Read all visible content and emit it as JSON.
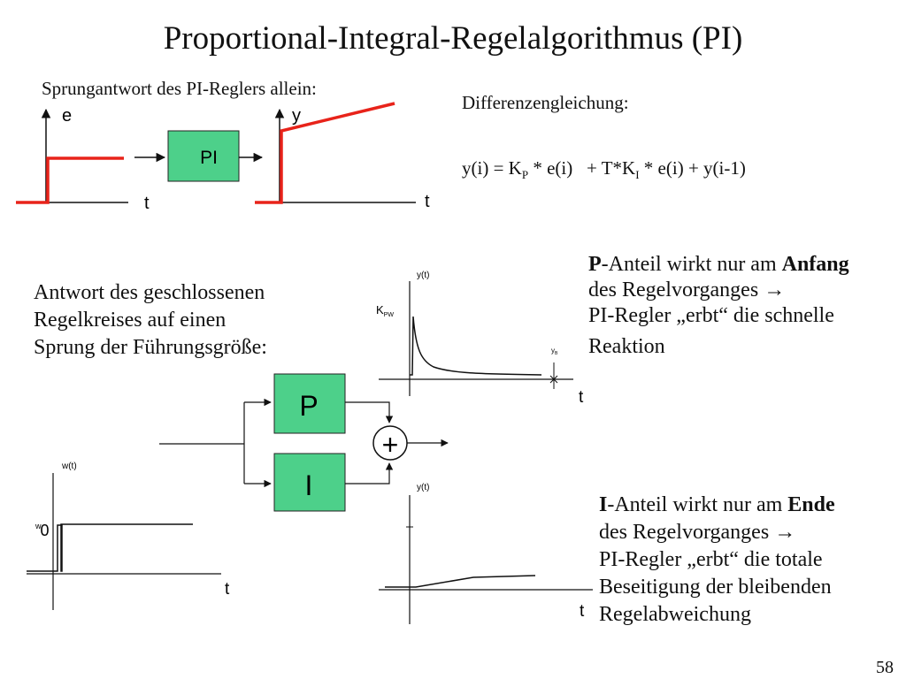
{
  "slide": {
    "title": "Proportional-Integral-Regelalgorithmus (PI)",
    "page_number": "58"
  },
  "step_response": {
    "heading": "Sprungantwort des PI-Reglers allein:",
    "input_label": "e",
    "input_time_label": "t",
    "block_label": "PI",
    "output_label": "y",
    "output_time_label": "t"
  },
  "difference_equation": {
    "heading": "Differenzengleichung:",
    "y_i": "y(i) ",
    "eq1": "= K",
    "sub_p": "P",
    "mid": " * e(i)   ",
    "eq2": "+ T*K",
    "sub_i": "I",
    "tail1": " * e(i) ",
    "tail2": "+ y(i-1)"
  },
  "closed_loop": {
    "line1": "Antwort des geschlossenen",
    "line2": "Regelkreises auf einen",
    "line3": "Sprung der Führungsgröße:"
  },
  "blocks": {
    "p": "P",
    "i": "I",
    "sum": "+"
  },
  "plot_p": {
    "ylabel": "y(t)",
    "kpw": "K",
    "kpw_sub": "PW",
    "yb": "y",
    "yb_sub": "B",
    "xlabel": "t"
  },
  "plot_w": {
    "ylabel": "w(t)",
    "w0": "w",
    "w0_sub": "0",
    "xlabel": "t"
  },
  "plot_i": {
    "ylabel": "y(t)",
    "xlabel": "t"
  },
  "p_text": {
    "bold1": "P",
    "a": "-Anteil wirkt nur am ",
    "bold2": "Anfang",
    "b": "des Regelvorganges ",
    "c": "PI-Regler „erbt“ die schnelle",
    "d": "Reaktion"
  },
  "i_text": {
    "bold1": "I",
    "a": "-Anteil wirkt nur am ",
    "bold2": "Ende",
    "b": "des Regelvorganges ",
    "c": "PI-Regler „erbt“ die totale",
    "d": "Beseitigung der bleibenden",
    "e": "Regelabweichung"
  },
  "arrow_glyph": "→",
  "colors": {
    "step_red": "#e8231a",
    "block_green": "#4dd08a",
    "line": "#111111"
  }
}
